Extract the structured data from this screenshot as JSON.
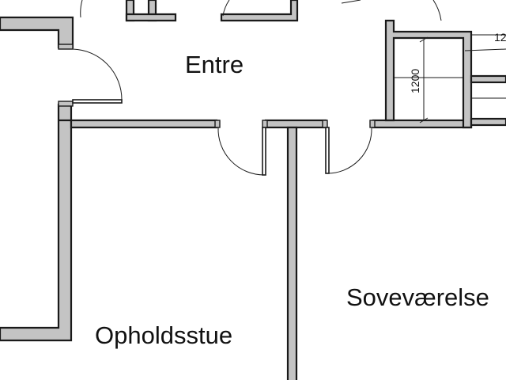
{
  "rooms": {
    "entre": "Entre",
    "opholdsstue": "Opholdsstue",
    "sovevaerelse": "Soveværelse"
  },
  "dimensions": {
    "shaft_height": "1200",
    "shaft_width_cut": "12"
  },
  "colors": {
    "wall_fill": "#c4c4c4",
    "line": "#1a1a1a",
    "background": "#ffffff"
  }
}
